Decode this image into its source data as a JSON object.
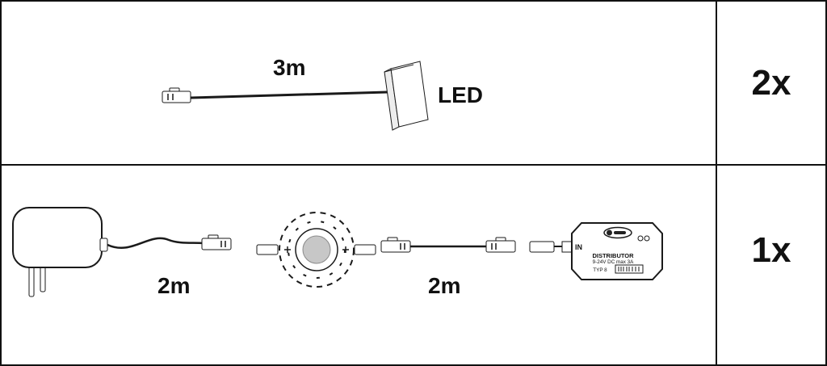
{
  "diagram": {
    "rows": [
      {
        "id": "led-spot",
        "cable_length_label": "3m",
        "component_label": "LED",
        "quantity": "2x"
      },
      {
        "id": "power-components",
        "adapter_cable_length_label": "2m",
        "link_cable_length_label": "2m",
        "quantity": "1x",
        "distributor": {
          "input_port_label": "IN",
          "text_line1": "DISTRIBUTOR",
          "text_line2": "9-24V DC max 3A",
          "text_line3": "TYP 8"
        }
      }
    ]
  }
}
